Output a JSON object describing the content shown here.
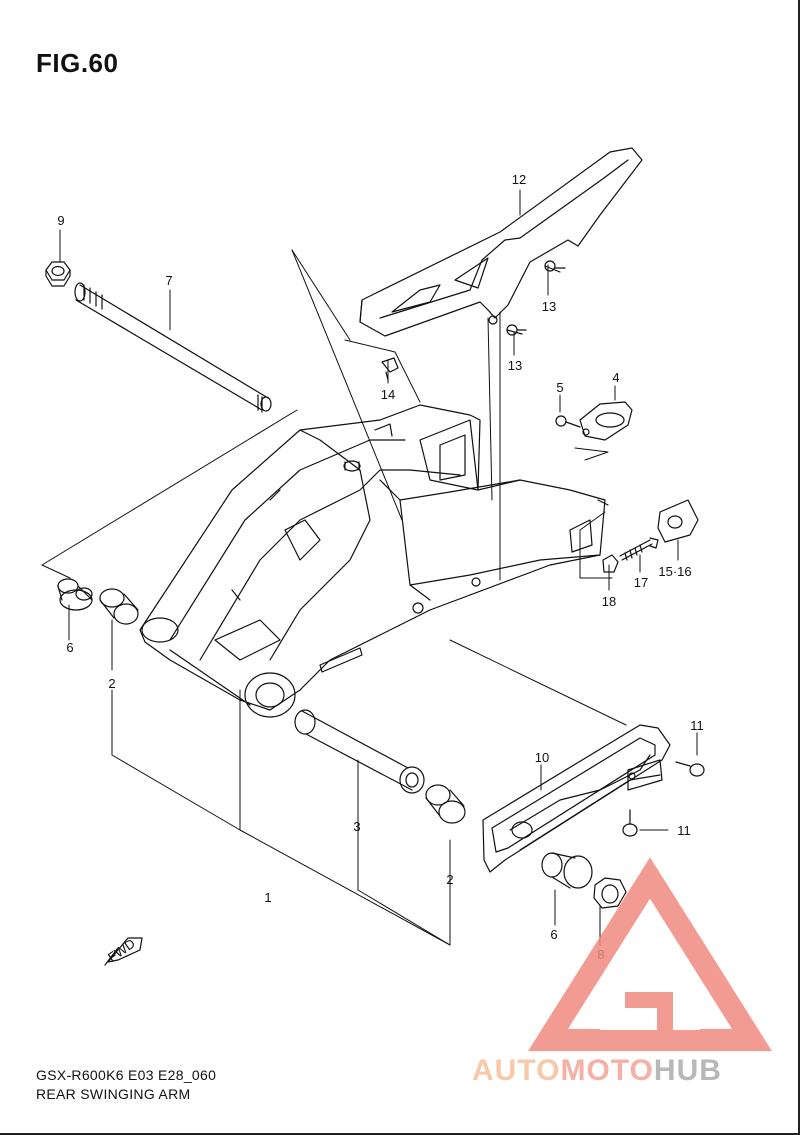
{
  "figure": {
    "title": "FIG.60",
    "model_code": "GSX-R600K6 E03 E28_060",
    "assembly_name": "REAR SWINGING ARM"
  },
  "fwd_label": "FWD",
  "callouts": [
    {
      "id": "c1",
      "label": "1"
    },
    {
      "id": "c2a",
      "label": "2"
    },
    {
      "id": "c2b",
      "label": "2"
    },
    {
      "id": "c3",
      "label": "3"
    },
    {
      "id": "c4",
      "label": "4"
    },
    {
      "id": "c5",
      "label": "5"
    },
    {
      "id": "c6a",
      "label": "6"
    },
    {
      "id": "c6b",
      "label": "6"
    },
    {
      "id": "c7",
      "label": "7"
    },
    {
      "id": "c8",
      "label": "8"
    },
    {
      "id": "c9",
      "label": "9"
    },
    {
      "id": "c10",
      "label": "10"
    },
    {
      "id": "c11a",
      "label": "11"
    },
    {
      "id": "c11b",
      "label": "11"
    },
    {
      "id": "c12",
      "label": "12"
    },
    {
      "id": "c13a",
      "label": "13"
    },
    {
      "id": "c13b",
      "label": "13"
    },
    {
      "id": "c14",
      "label": "14"
    },
    {
      "id": "c1516",
      "label": "15·16"
    },
    {
      "id": "c17",
      "label": "17"
    },
    {
      "id": "c18",
      "label": "18"
    }
  ],
  "watermark": {
    "part1": "AUTO",
    "part2": "MOTO",
    "part3": "HUB",
    "colors": {
      "triangle": "#f08a80",
      "auto": "#f7c9a8",
      "moto": "#f6b0a6",
      "hub": "#b8b8b8"
    }
  }
}
